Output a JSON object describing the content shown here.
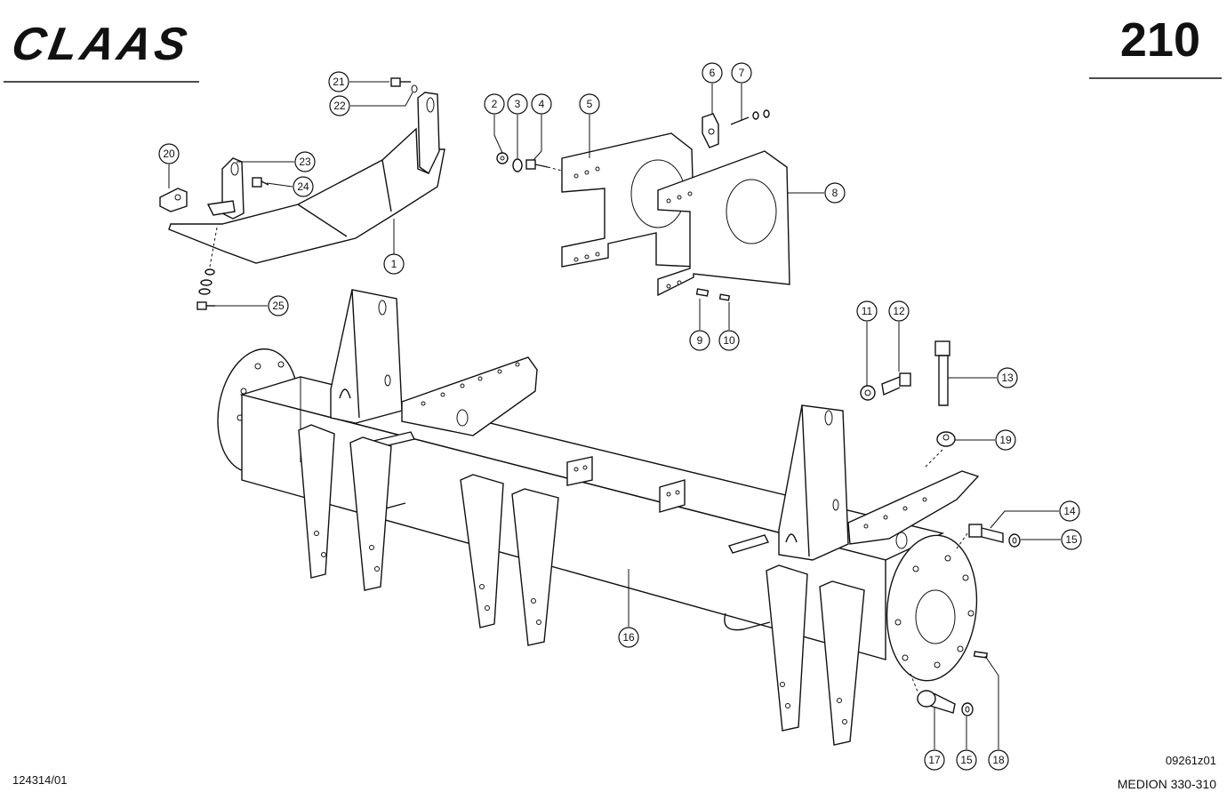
{
  "header": {
    "brand": "CLAAS",
    "page_number": "210"
  },
  "footer": {
    "part_list_ref": "124314/01",
    "drawing_code": "09261z01",
    "model": "MEDION 330-310"
  },
  "callouts": [
    "1",
    "2",
    "3",
    "4",
    "5",
    "6",
    "7",
    "8",
    "9",
    "10",
    "11",
    "12",
    "13",
    "14",
    "15",
    "15",
    "16",
    "17",
    "18",
    "19",
    "20",
    "21",
    "22",
    "23",
    "24",
    "25"
  ]
}
